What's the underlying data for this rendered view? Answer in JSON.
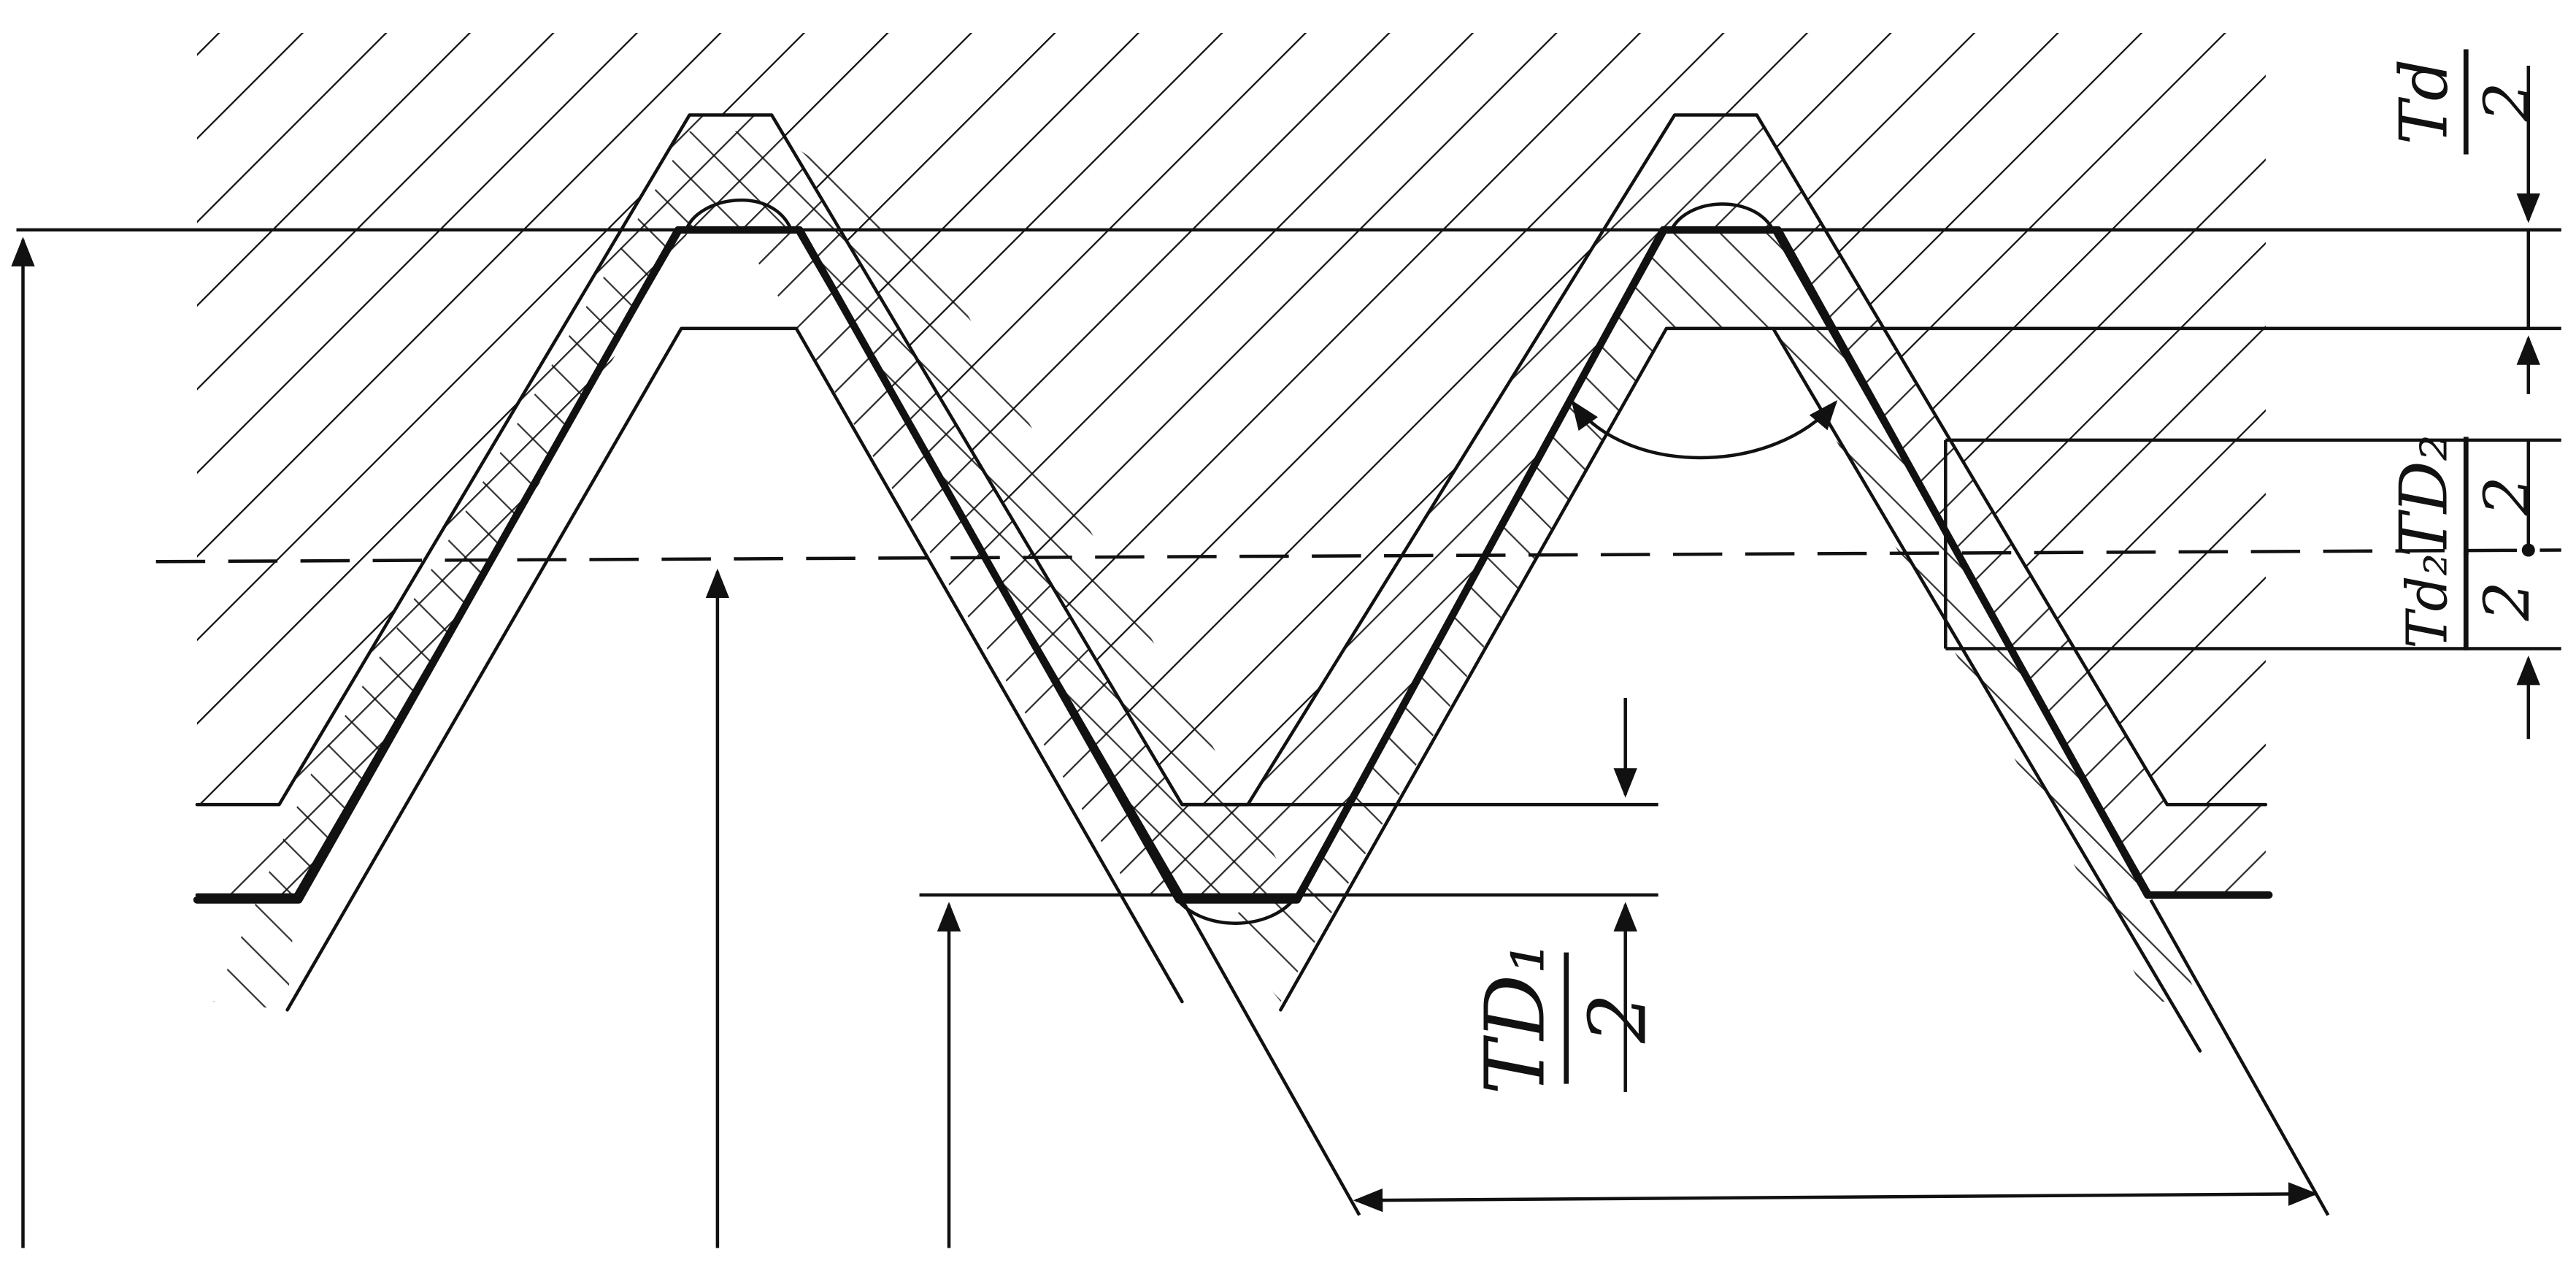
{
  "drawing": {
    "type": "thread tolerance zone diagram",
    "ink_color": "#111111",
    "background_color": "#ffffff",
    "hatch_pattern": "diagonal section hatching"
  },
  "labels": {
    "td": {
      "num": "Td",
      "den": "2"
    },
    "td2_major": {
      "num": "TD₂",
      "den": "2"
    },
    "td2_minor": {
      "num": "Td₂",
      "den": "2"
    },
    "td1": {
      "num": "TD₁",
      "den": "2"
    }
  }
}
